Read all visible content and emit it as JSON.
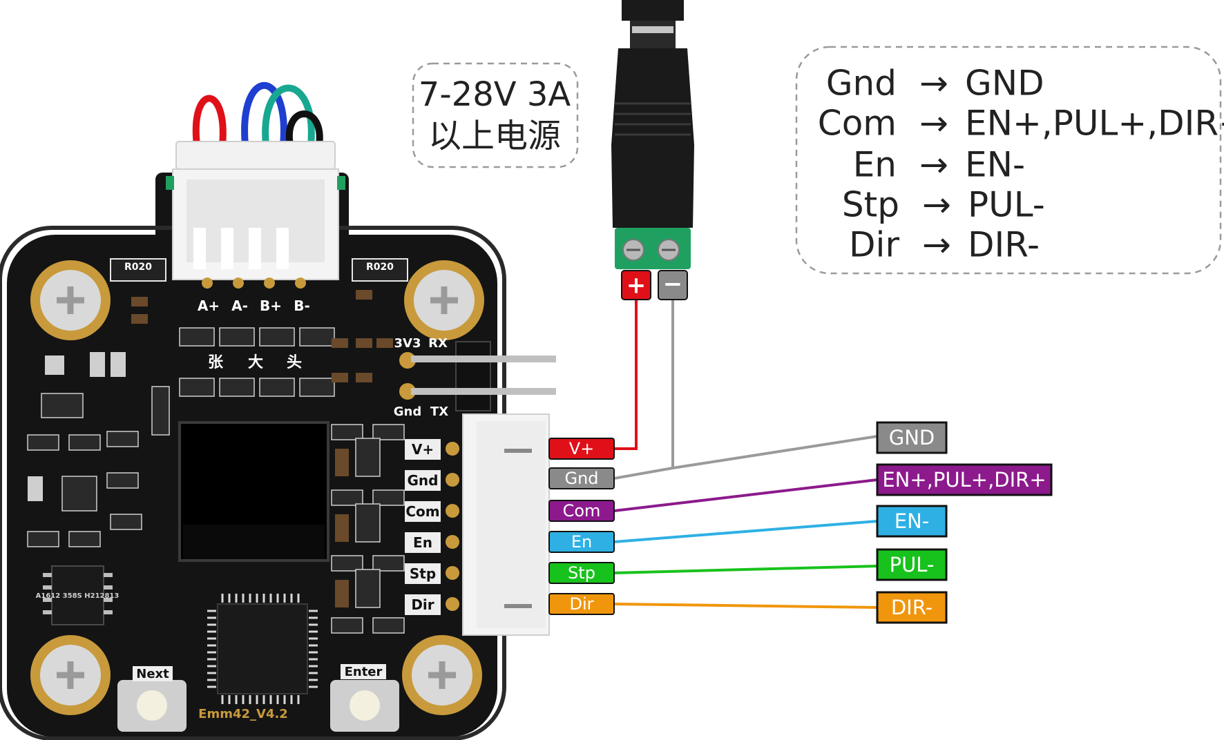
{
  "power_note": {
    "line1": "7-28V 3A",
    "line2": "以上电源"
  },
  "mapping": [
    {
      "from": "Gnd",
      "arrow": "→",
      "to": "GND"
    },
    {
      "from": "Com",
      "arrow": "→",
      "to": "EN+,PUL+,DIR+"
    },
    {
      "from": "En",
      "arrow": "→",
      "to": "EN-"
    },
    {
      "from": "Stp",
      "arrow": "→",
      "to": "PUL-"
    },
    {
      "from": "Dir",
      "arrow": "→",
      "to": "DIR-"
    }
  ],
  "terminals": {
    "plus": "+",
    "minus": "−"
  },
  "board": {
    "motor_pins": [
      "A+",
      "A-",
      "B+",
      "B-"
    ],
    "header_pins": [
      "V+",
      "Gnd",
      "Com",
      "En",
      "Stp",
      "Dir"
    ],
    "uart_labels": {
      "v33": "3V3",
      "rx": "RX",
      "gnd": "Gnd",
      "tx": "TX"
    },
    "brand": [
      "张",
      "大",
      "头"
    ],
    "resistors": [
      "R020",
      "R020"
    ],
    "buttons": {
      "next": "Next",
      "enter": "Enter"
    },
    "model": "Emm42_V4.2",
    "chip": "A1612\n358S\nH212813"
  },
  "pin_tags": [
    {
      "label": "V+",
      "color": "#e01018"
    },
    {
      "label": "Gnd",
      "color": "#8a8a8a"
    },
    {
      "label": "Com",
      "color": "#8c1a8c"
    },
    {
      "label": "En",
      "color": "#2eb0e4"
    },
    {
      "label": "Stp",
      "color": "#18c21c"
    },
    {
      "label": "Dir",
      "color": "#f0960c"
    }
  ],
  "signal_tags": [
    {
      "label": "GND",
      "color": "#8a8a8a"
    },
    {
      "label": "EN+,PUL+,DIR+",
      "color": "#8c1a8c"
    },
    {
      "label": "EN-",
      "color": "#2eb0e4"
    },
    {
      "label": "PUL-",
      "color": "#18c21c"
    },
    {
      "label": "DIR-",
      "color": "#f0960c"
    }
  ],
  "colors": {
    "red": "#e01018",
    "gray": "#8a8a8a",
    "purple": "#8c1a8c",
    "blue": "#2eb0e4",
    "green": "#18c21c",
    "orange": "#f0960c",
    "pcb": "#141414",
    "gold": "#c89a3c"
  }
}
